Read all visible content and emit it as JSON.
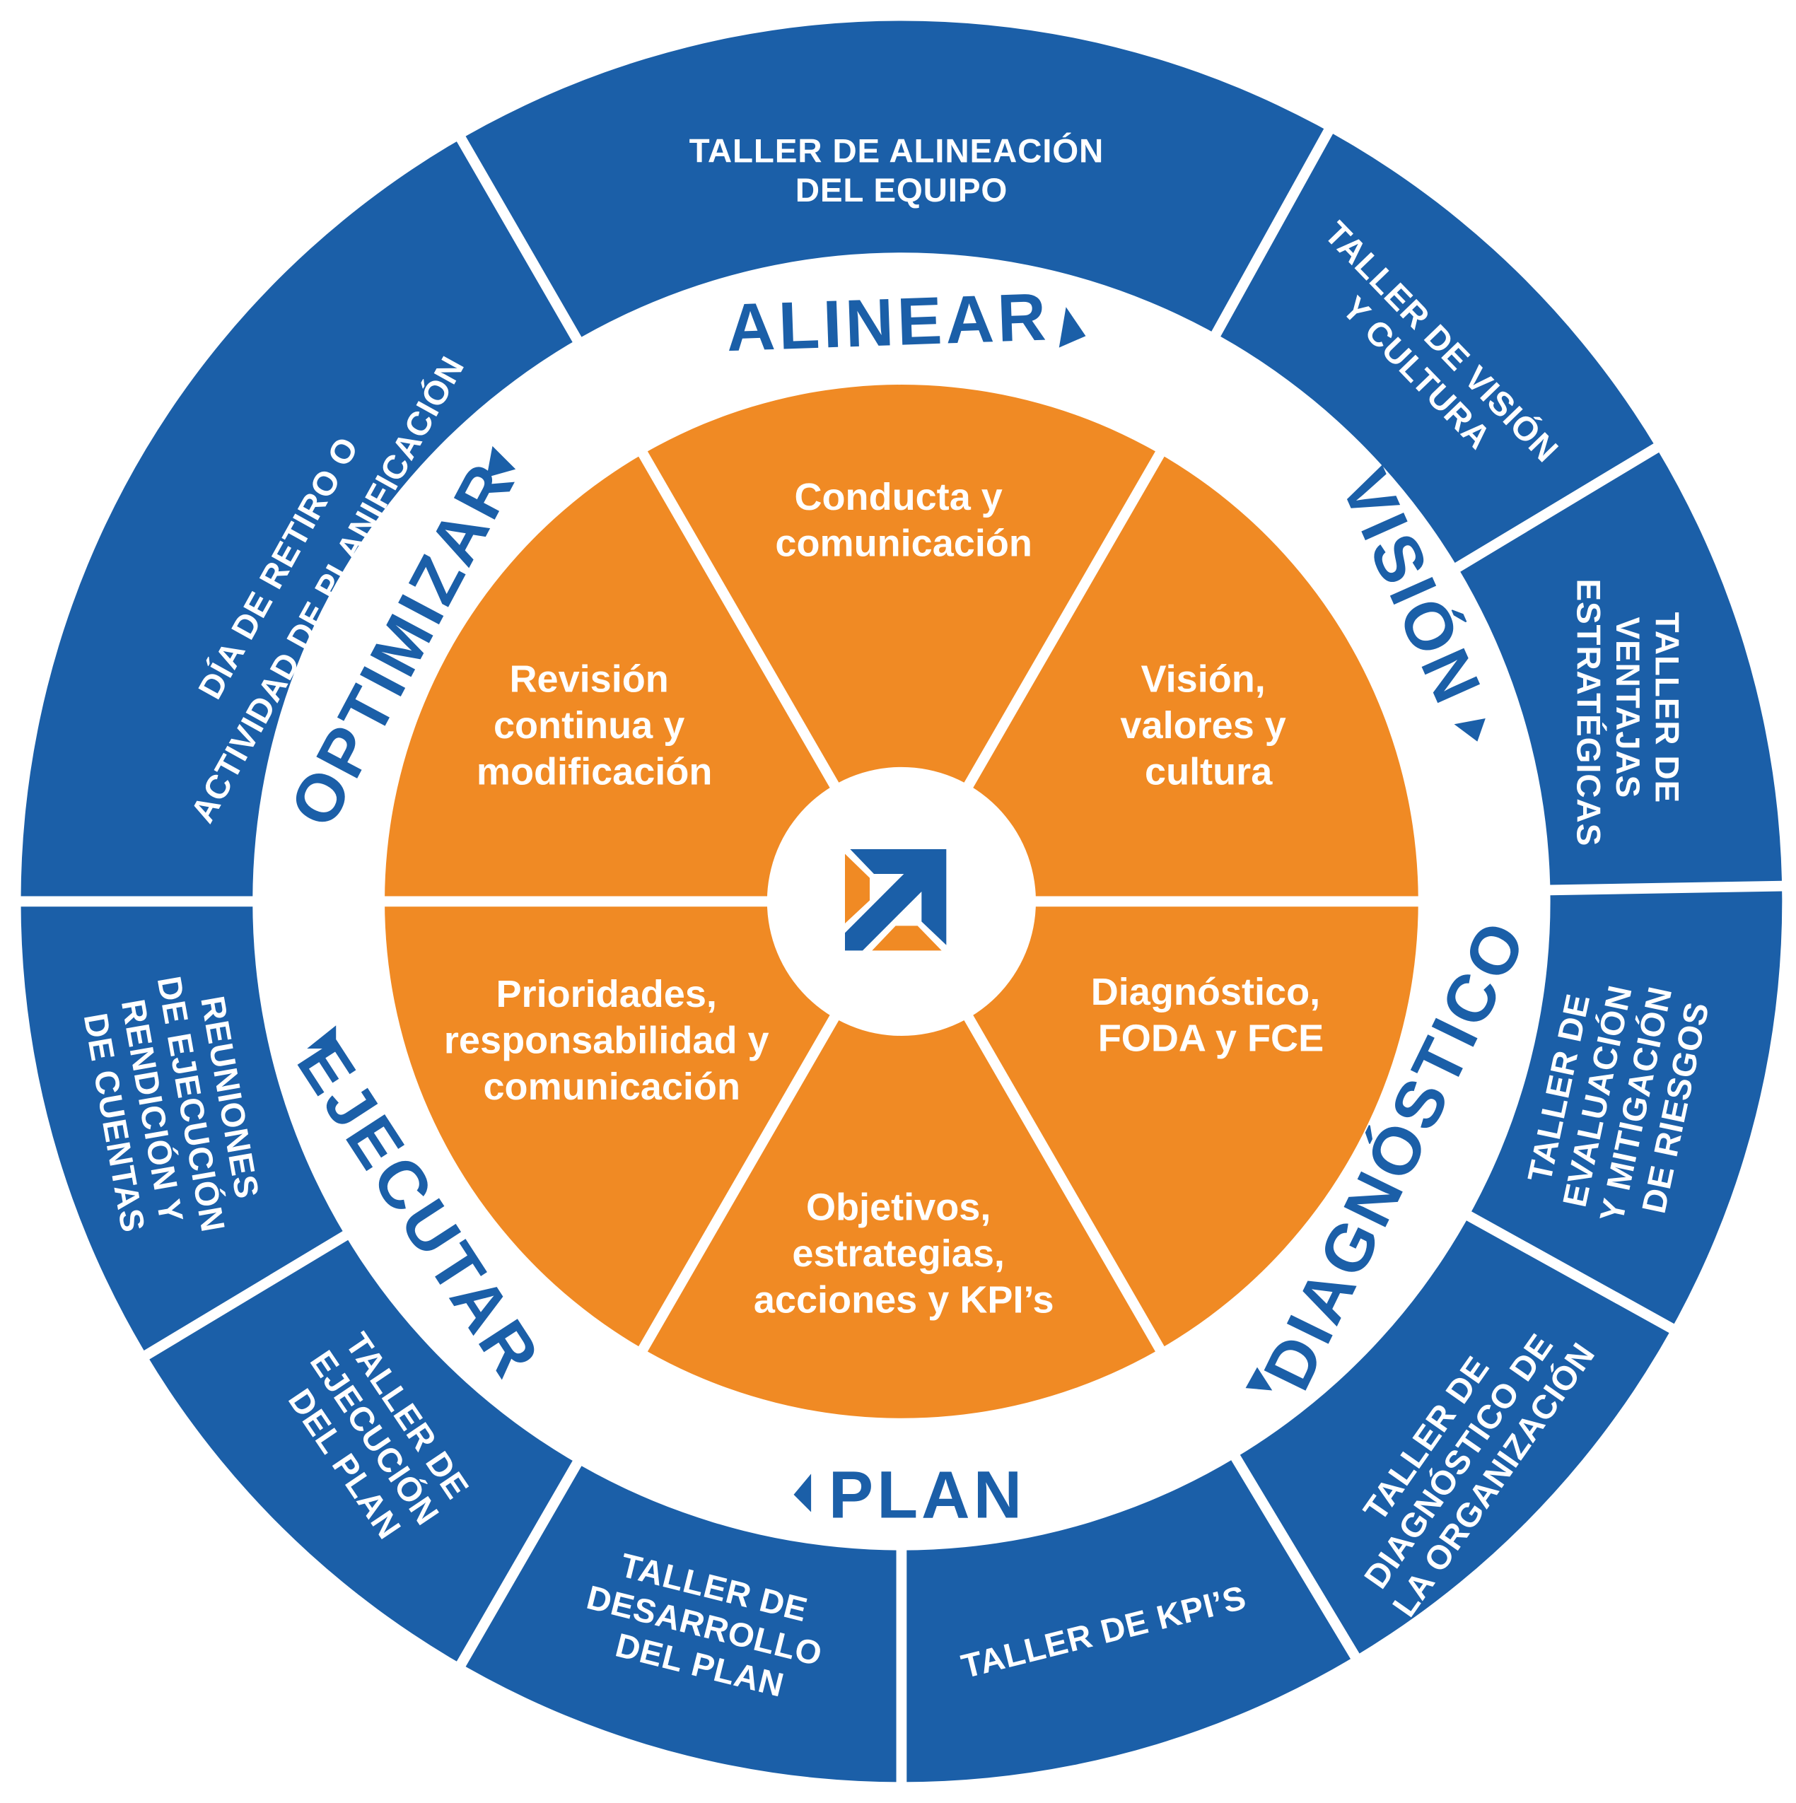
{
  "colors": {
    "blue": "#1b5fa8",
    "orange": "#f08a24",
    "white": "#ffffff"
  },
  "center_icon": "growth-arrow-logo-icon",
  "phases": {
    "alinear": "ALINEAR",
    "vision": "VISIÓN",
    "diagnostico": "DIAGNÓSTICO",
    "plan": "PLAN",
    "ejecutar": "EJECUTAR",
    "optimizar": "OPTIMIZAR"
  },
  "inner_sectors": {
    "conducta": [
      "Conducta y",
      "comunicación"
    ],
    "vision": [
      "Visión,",
      "valores y",
      "cultura"
    ],
    "diagnostico": [
      "Diagnóstico,",
      "FODA y FCE"
    ],
    "objetivos": [
      "Objetivos,",
      "estrategias,",
      "acciones y KPI’s"
    ],
    "prioridades": [
      "Prioridades,",
      "responsabilidad y",
      "comunicación"
    ],
    "revision": [
      "Revisión",
      "continua y",
      "modificación"
    ]
  },
  "outer_segments": {
    "alineacion": [
      "TALLER DE ALINEACIÓN",
      "DEL EQUIPO"
    ],
    "vision_cultura": [
      "TALLER DE VISIÓN",
      "Y CULTURA"
    ],
    "ventajas": [
      "TALLER DE",
      "VENTAJAS",
      "ESTRATÉGICAS"
    ],
    "evaluacion": [
      "TALLER DE",
      "EVALUACIÓN",
      "Y MITIGACIÓN",
      "DE RIESGOS"
    ],
    "diagnostico_org": [
      "TALLER DE",
      "DIAGNÓSTICO DE",
      "LA ORGANIZACIÓN"
    ],
    "kpis": [
      "TALLER DE KPI’S"
    ],
    "desarrollo": [
      "TALLER DE",
      "DESARROLLO",
      "DEL PLAN"
    ],
    "ejecucion": [
      "TALLER DE",
      "EJECUCIÓN",
      "DEL PLAN"
    ],
    "reuniones": [
      "REUNIONES",
      "DE EJECUCIÓN",
      "RENDICIÓN Y",
      "DE CUENTAS"
    ],
    "retiro": [
      "DÍA DE RETIRO O",
      "ACTIVIDAD DE PLANIFICACIÓN"
    ]
  }
}
